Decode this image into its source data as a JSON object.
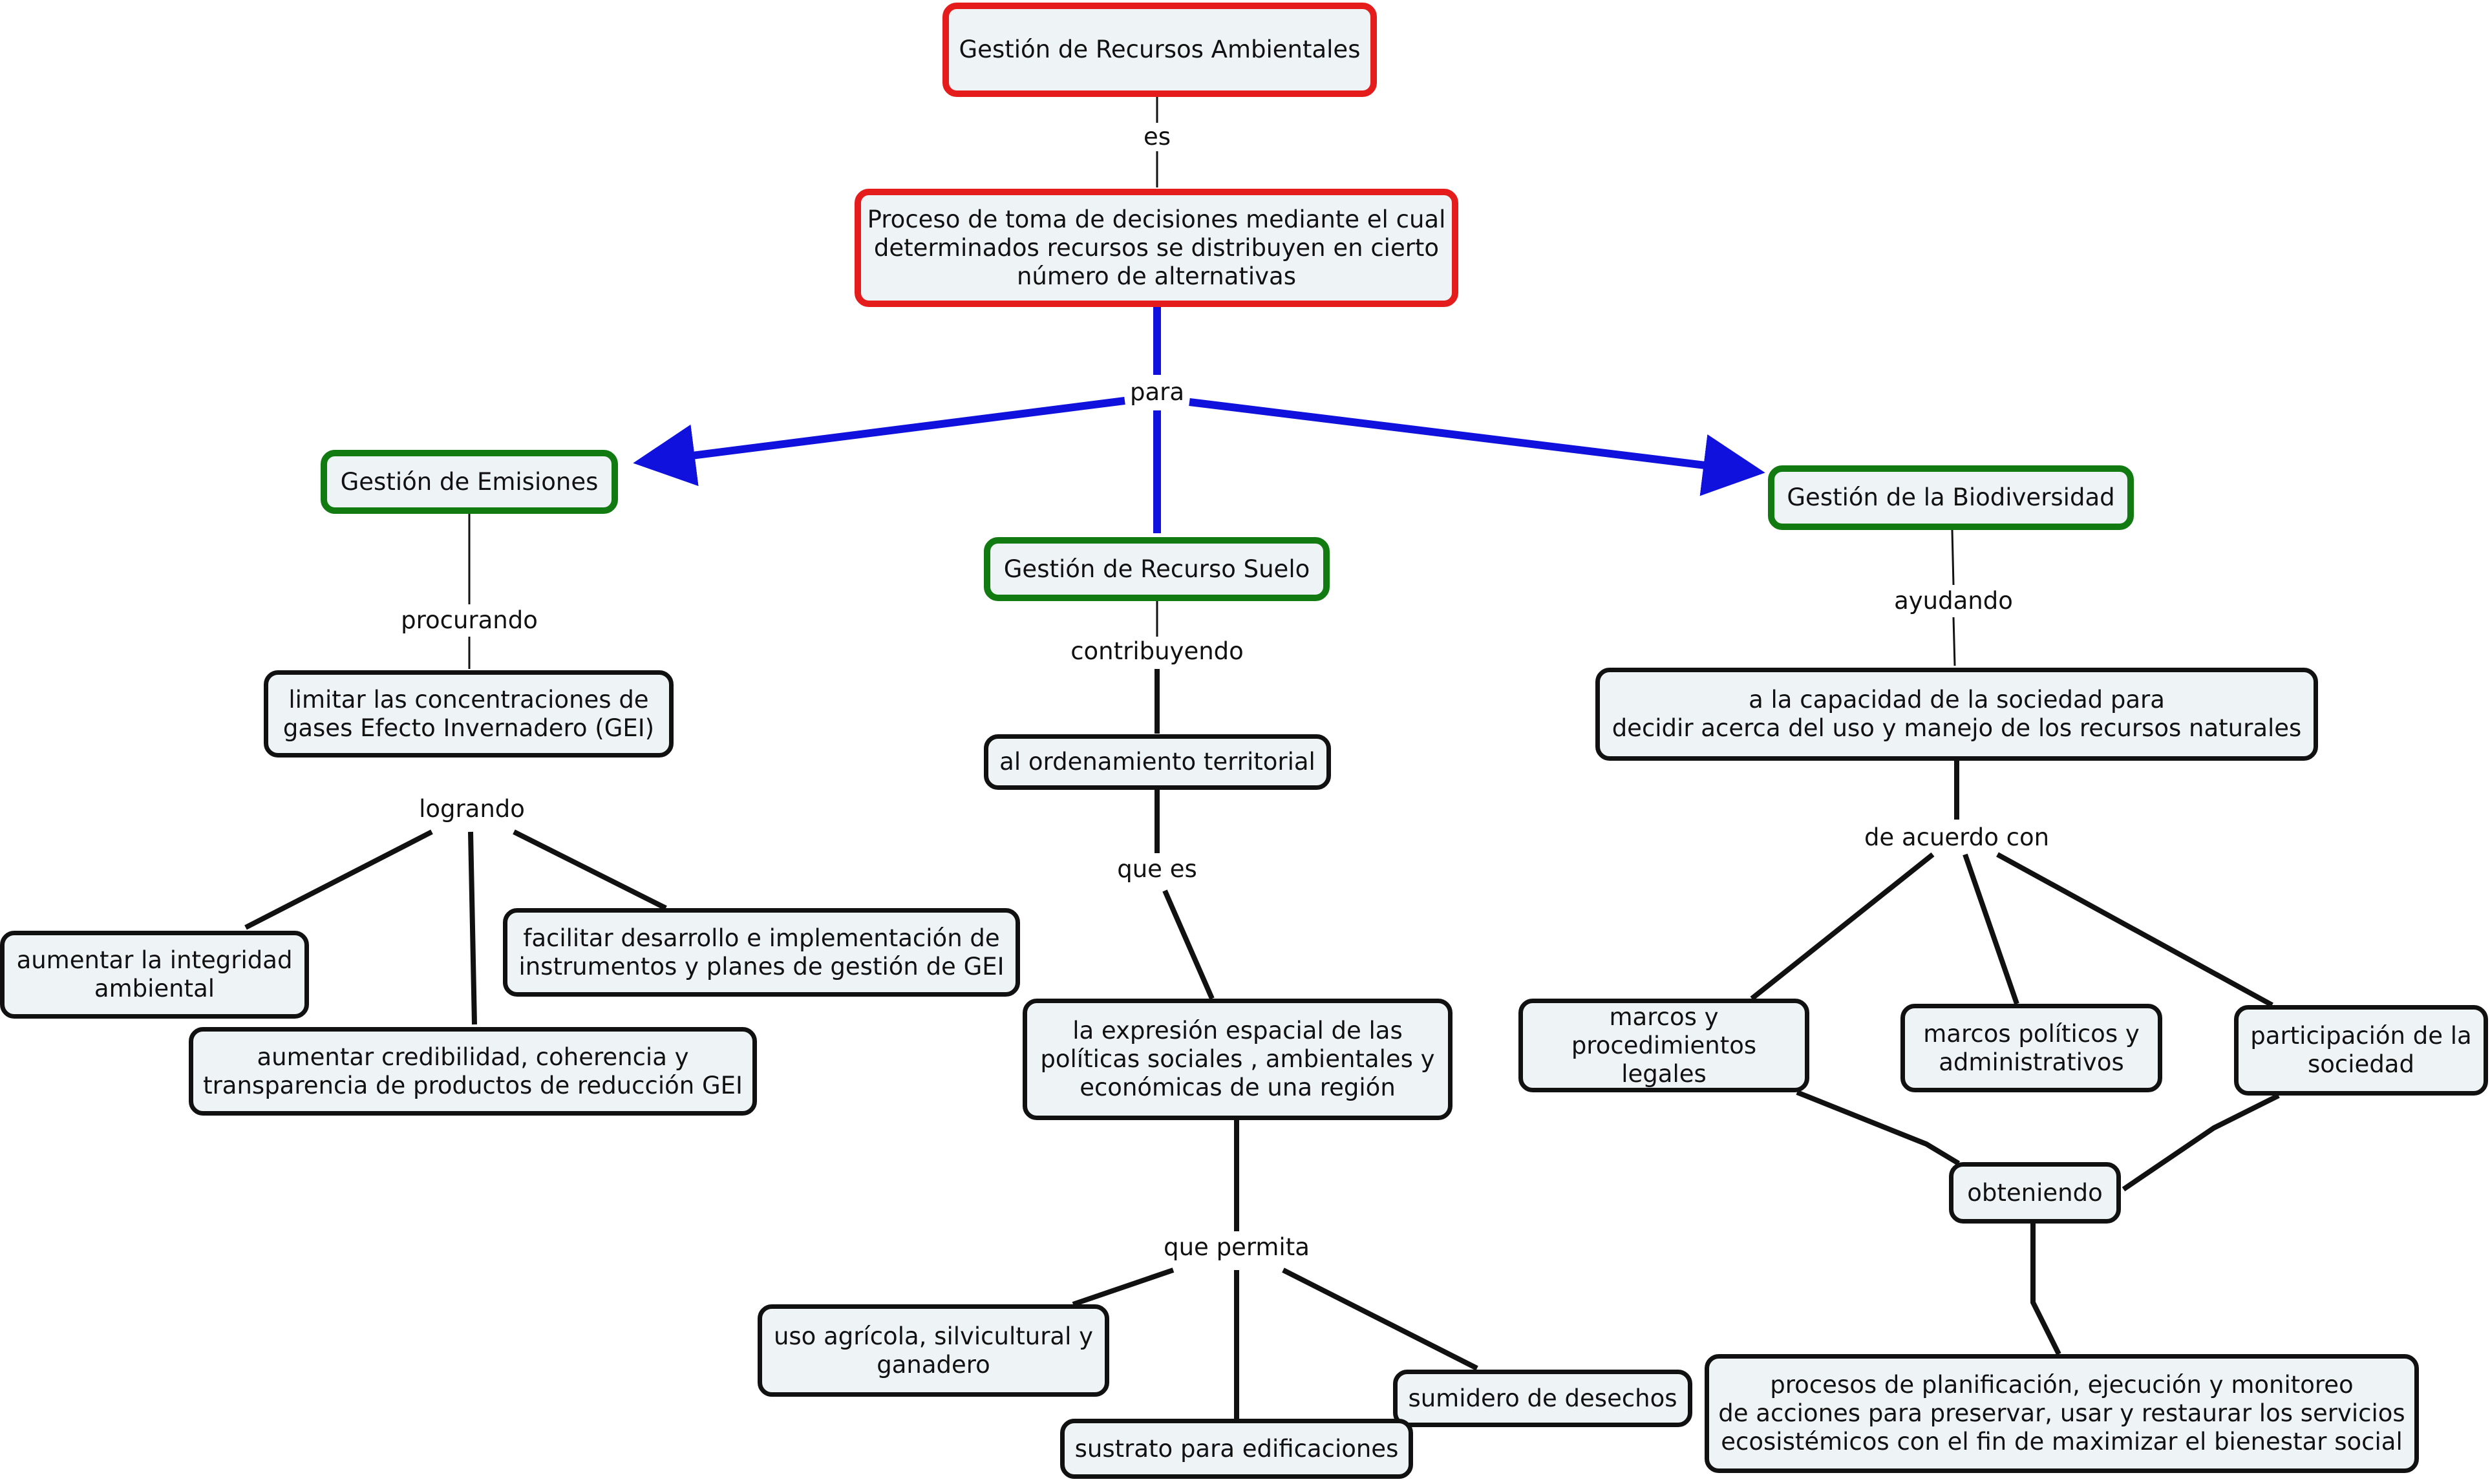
{
  "diagram": {
    "nodes": {
      "root": "Gestión de Recursos Ambientales",
      "def": "Proceso de toma de decisiones mediante el cual\ndeterminados recursos se distribuyen en cierto\nnúmero de alternativas",
      "emisiones": "Gestión de Emisiones",
      "suelo": "Gestión de Recurso Suelo",
      "biodiversidad": "Gestión de la Biodiversidad",
      "limitar": "limitar las concentraciones de\ngases Efecto Invernadero (GEI)",
      "integridad": "aumentar la integridad\nambiental",
      "facilitar": "facilitar desarrollo e implementación de\ninstrumentos y planes de gestión de GEI",
      "credibilidad": "aumentar credibilidad, coherencia y\ntransparencia de productos de reducción GEI",
      "ordenamiento": "al ordenamiento territorial",
      "expresion": "la expresión  espacial de las\npolíticas sociales , ambientales y\neconómicas de una región",
      "agricola": "uso agrícola, silvicultural y\nganadero",
      "sumidero": "sumidero de desechos",
      "sustrato": "sustrato para edificaciones",
      "capacidad": "a la capacidad de la sociedad para\ndecidir acerca del uso y manejo de los recursos  naturales",
      "marcos_legales": "marcos y procedimientos\nlegales",
      "marcos_politicos": "marcos políticos y\nadministrativos",
      "participacion": "participación de la\nsociedad",
      "obteniendo": "obteniendo",
      "procesos": "procesos de planificación, ejecución y monitoreo\nde acciones para preservar, usar y restaurar los servicios\necosistémicos con el fin de maximizar el bienestar social"
    },
    "labels": {
      "es": "es",
      "para": "para",
      "procurando": "procurando",
      "contribuyendo": "contribuyendo",
      "ayudando": "ayudando",
      "logrando": "logrando",
      "que_es": "que es",
      "de_acuerdo_con": "de acuerdo con",
      "que_permita": "que permita"
    },
    "colors": {
      "root_border": "#e51c1c",
      "main_border": "#117a11",
      "arrow": "#1111dd",
      "node_fill": "#eef3f5"
    }
  }
}
